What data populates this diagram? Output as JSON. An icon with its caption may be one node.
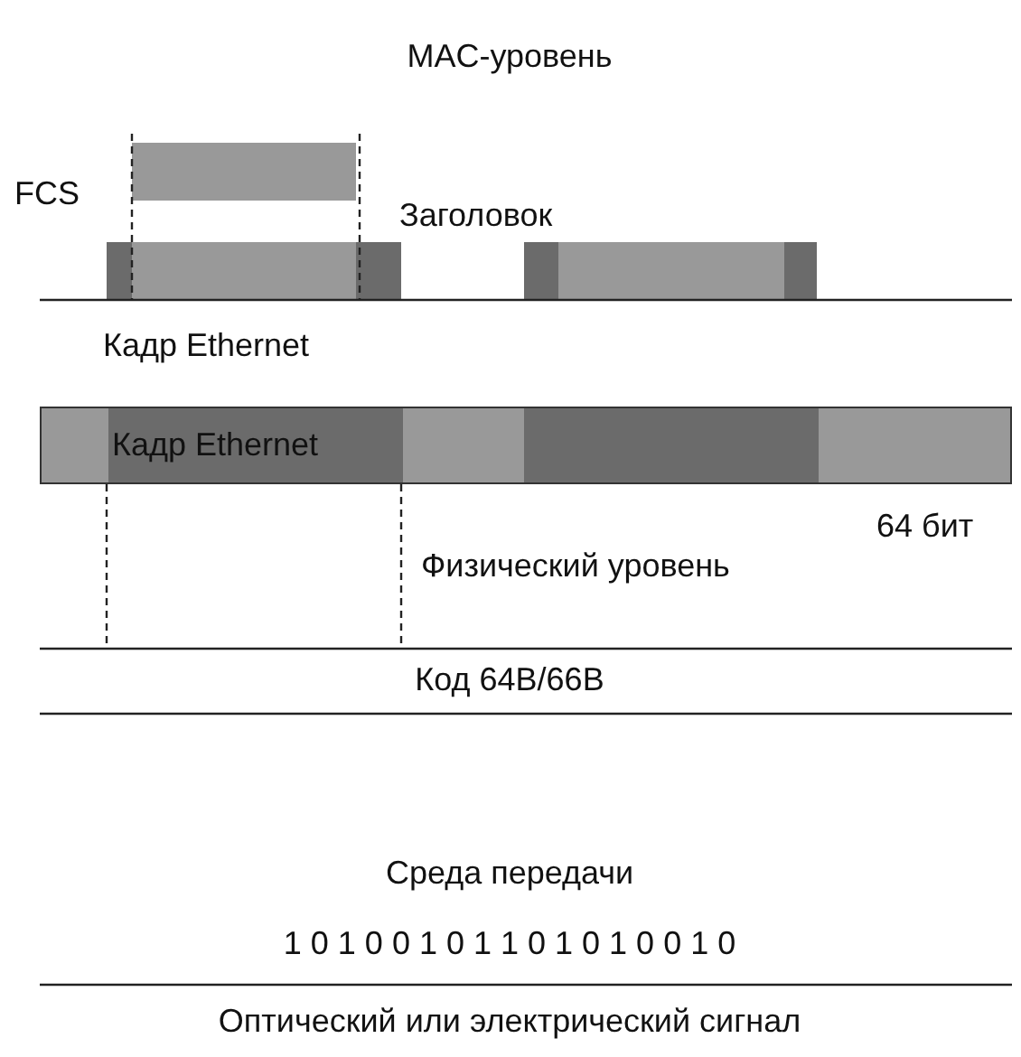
{
  "diagram": {
    "nodes": [
      {
        "text": [],
        "shape": "bar"
      },
      {
        "text": [
          "Кадр Ethernet"
        ],
        "in": 0
      },
      {
        "text": [],
        "shape": "box"
      },
      {
        "text": [],
        "shape": "box"
      },
      {
        "text": [],
        "shape": "box"
      },
      {
        "text": [],
        "shape": "box",
        "in": 0
      }
    ],
    "labels": [
      "MAC-уровень",
      "FCS",
      "Заголовок",
      "Кадр Ethernet",
      "64 бит",
      "Физический уровень",
      "Код 64B/66B",
      "Среда передачи",
      "1 0 1 0 0 1 0 1 1 0 1 0 1 0 0 1 0",
      "Оптический или электрический сигнал"
    ]
  }
}
